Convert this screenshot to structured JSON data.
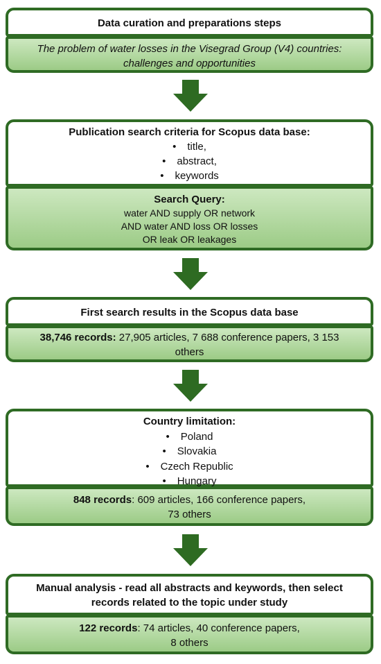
{
  "step1": {
    "header": "Data curation and preparations steps",
    "subtitle_line1": "The problem of water losses in the Visegrad Group (V4) countries:",
    "subtitle_line2": "challenges and opportunities"
  },
  "step2": {
    "header": "Publication search criteria for Scopus data base:",
    "criteria": [
      "title,",
      "abstract,",
      "keywords"
    ],
    "query_title": "Search Query:",
    "query_lines": [
      "water AND supply OR network",
      "AND water AND loss OR losses",
      "OR leak OR leakages"
    ]
  },
  "step3": {
    "header": "First search results in the Scopus data base",
    "count": "38,746 records:",
    "detail_line1": " 27,905 articles, 7 688 conference papers, 3 153",
    "detail_line2": "others"
  },
  "step4": {
    "header": "Country limitation:",
    "countries": [
      "Poland",
      "Slovakia",
      "Czech Republic",
      "Hungary"
    ],
    "count": "848 records",
    "detail_line1": ": 609 articles, 166 conference papers,",
    "detail_line2": "73 others"
  },
  "step5": {
    "header_line1": "Manual analysis - read all abstracts and keywords, then select",
    "header_line2": "records related to the topic under study",
    "count": "122 records",
    "detail_line1": ": 74 articles, 40 conference papers,",
    "detail_line2": "8 others"
  },
  "colors": {
    "border": "#2f6b24",
    "fill_top": "#cde8c0",
    "fill_bottom": "#9ccb86",
    "arrow": "#2e6b22"
  }
}
